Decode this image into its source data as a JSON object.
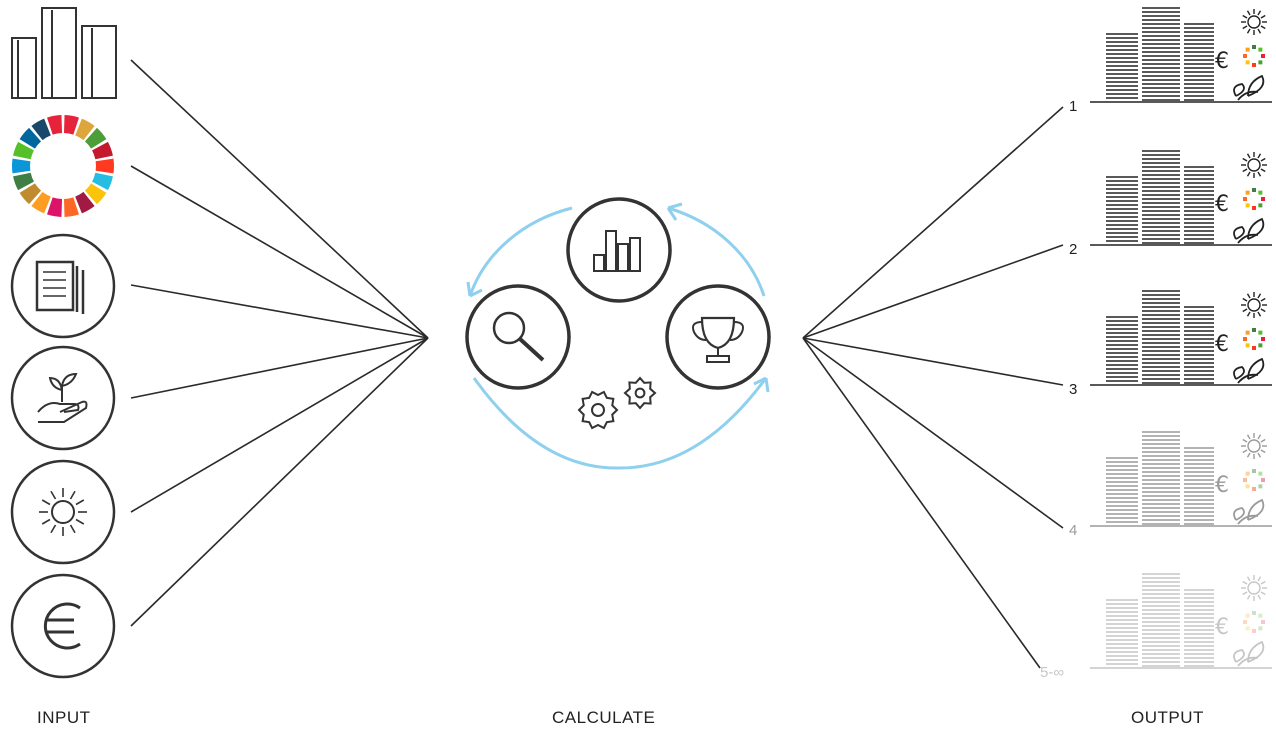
{
  "sections": {
    "input_label": "INPUT",
    "calculate_label": "CALCULATE",
    "output_label": "OUTPUT"
  },
  "inputs": [
    {
      "icon": "buildings-icon"
    },
    {
      "icon": "sdg-wheel-icon"
    },
    {
      "icon": "documents-icon"
    },
    {
      "icon": "hand-plant-icon"
    },
    {
      "icon": "sun-icon"
    },
    {
      "icon": "euro-icon"
    }
  ],
  "calculate": {
    "icons": [
      "bar-chart-icon",
      "magnifier-icon",
      "trophy-icon",
      "gears-icon"
    ],
    "cycle_color": "#8fd0ee"
  },
  "outputs": [
    {
      "rank": "1",
      "opacity": 1.0
    },
    {
      "rank": "2",
      "opacity": 1.0
    },
    {
      "rank": "3",
      "opacity": 1.0
    },
    {
      "rank": "4",
      "opacity": 0.45
    },
    {
      "rank": "5-∞",
      "opacity": 0.25
    }
  ],
  "colors": {
    "line": "#2a2a2a",
    "sdg": [
      "#e5243b",
      "#dda63a",
      "#4c9f38",
      "#c5192d",
      "#ff3a21",
      "#26bde2",
      "#fcc30b",
      "#a21942",
      "#fd6925",
      "#dd1367",
      "#fd9d24",
      "#bf8b2e",
      "#3f7e44",
      "#0a97d9",
      "#56c02b",
      "#00689d",
      "#19486a",
      "#e5243b"
    ]
  }
}
